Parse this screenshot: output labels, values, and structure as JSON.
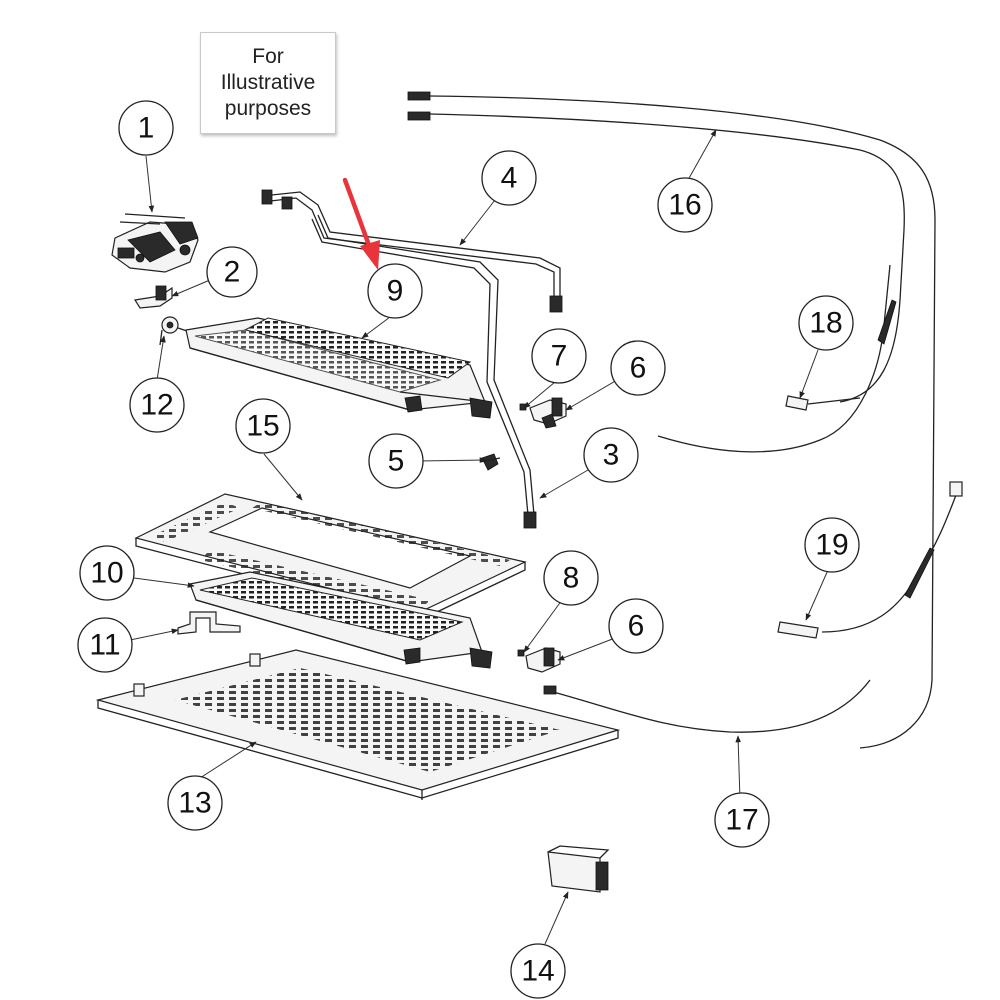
{
  "note": {
    "lines": [
      "For",
      "Illustrative",
      "purposes"
    ]
  },
  "callouts": [
    {
      "id": "1",
      "label": "1"
    },
    {
      "id": "2",
      "label": "2"
    },
    {
      "id": "3",
      "label": "3"
    },
    {
      "id": "4",
      "label": "4"
    },
    {
      "id": "5",
      "label": "5"
    },
    {
      "id": "6a",
      "label": "6"
    },
    {
      "id": "6b",
      "label": "6"
    },
    {
      "id": "7",
      "label": "7"
    },
    {
      "id": "8",
      "label": "8"
    },
    {
      "id": "9",
      "label": "9"
    },
    {
      "id": "10",
      "label": "10"
    },
    {
      "id": "11",
      "label": "11"
    },
    {
      "id": "12",
      "label": "12"
    },
    {
      "id": "13",
      "label": "13"
    },
    {
      "id": "14",
      "label": "14"
    },
    {
      "id": "15",
      "label": "15"
    },
    {
      "id": "16",
      "label": "16"
    },
    {
      "id": "17",
      "label": "17"
    },
    {
      "id": "18",
      "label": "18"
    },
    {
      "id": "19",
      "label": "19"
    }
  ],
  "colors": {
    "highlight_arrow": "#e8343a",
    "line": "#222222",
    "background": "#ffffff"
  }
}
